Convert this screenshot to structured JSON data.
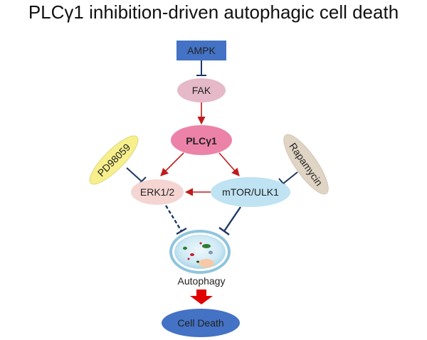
{
  "title": "PLCγ1 inhibition-driven autophagic cell death",
  "nodes": {
    "ampk": "AMPK",
    "fak": "FAK",
    "plcg1": "PLCγ1",
    "erk": "ERK1/2",
    "mtor": "mTOR/ULK1",
    "pd": "PD98059",
    "rapamycin": "Rapamycin",
    "autophagy": "Autophagy",
    "celldeath": "Cell Death"
  },
  "colors": {
    "ampk_box": "#4472c4",
    "fak": "#e6b9c8",
    "plcg1": "#ec82a8",
    "erk": "#f5d5d2",
    "mtor": "#bfe3f3",
    "pd": "#f6ef8c",
    "rapamycin": "#e0d5c5",
    "celldeath": "#4472c4",
    "activation_arrow": "#c01a1a",
    "inhibition_line": "#1f3864",
    "big_arrow": "#e00000"
  }
}
